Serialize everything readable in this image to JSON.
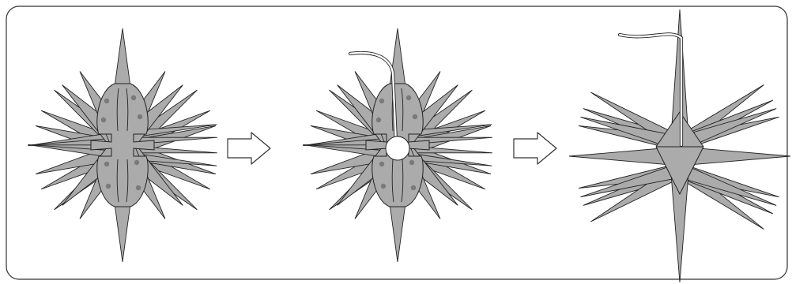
{
  "diagram": {
    "kind": "assembly-instructions",
    "steps": [
      {
        "id": 1,
        "content": "star-front-clips"
      },
      {
        "id": 2,
        "content": "star-with-cable-and-socket"
      },
      {
        "id": 3,
        "content": "star-side-view-with-cable"
      }
    ],
    "arrows": 2
  },
  "colors": {
    "frame_stroke": "#333333",
    "point_fill": "#ababab",
    "point_stroke": "#222222",
    "dot_fill": "#7a7a7a",
    "cable_fill": "#ffffff"
  },
  "icons": [
    "right-arrow-icon",
    "right-arrow-icon"
  ]
}
